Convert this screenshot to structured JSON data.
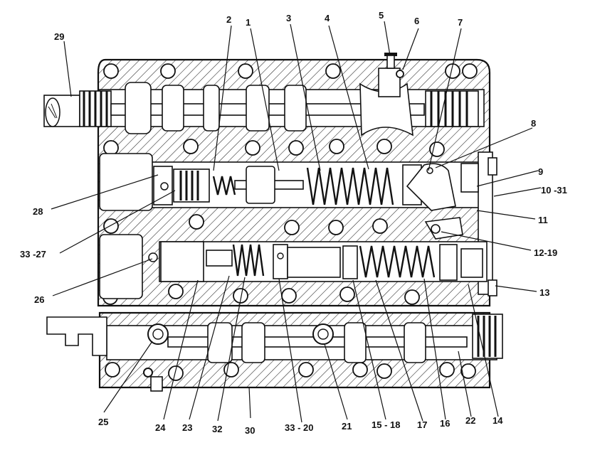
{
  "labels": {
    "l1": "1",
    "l2": "2",
    "l3": "3",
    "l4": "4",
    "l5": "5",
    "l6": "6",
    "l7": "7",
    "l8": "8",
    "l9": "9",
    "l10_31": "10 -31",
    "l11": "11",
    "l12_19": "12-19",
    "l13": "13",
    "l14": "14",
    "l15_18": "15 - 18",
    "l16": "16",
    "l17": "17",
    "l20": "33 - 20",
    "l21": "21",
    "l22": "22",
    "l23": "23",
    "l24": "24",
    "l25": "25",
    "l26": "26",
    "l27": "33 -27",
    "l28": "28",
    "l29": "29",
    "l30": "30",
    "l32": "32"
  }
}
